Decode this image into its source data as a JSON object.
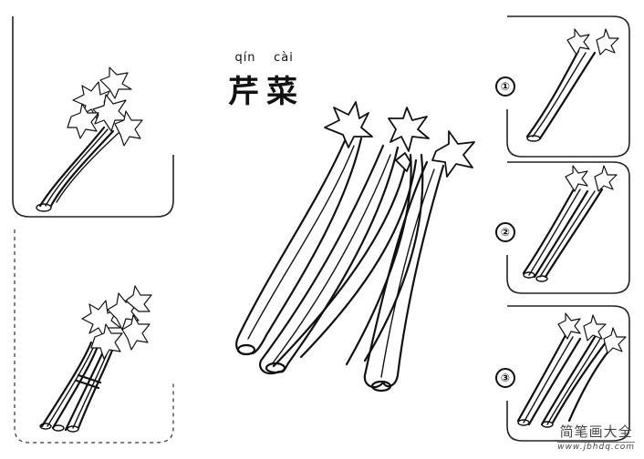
{
  "title": {
    "pinyin": [
      "qín",
      "cài"
    ],
    "hanzi": [
      "芹",
      "菜"
    ]
  },
  "steps": [
    "①",
    "②",
    "③"
  ],
  "watermark": {
    "site_name": "简笔画大全",
    "url": "www.jbhdq.com"
  },
  "colors": {
    "ink": "#111111",
    "paper": "#ffffff"
  }
}
